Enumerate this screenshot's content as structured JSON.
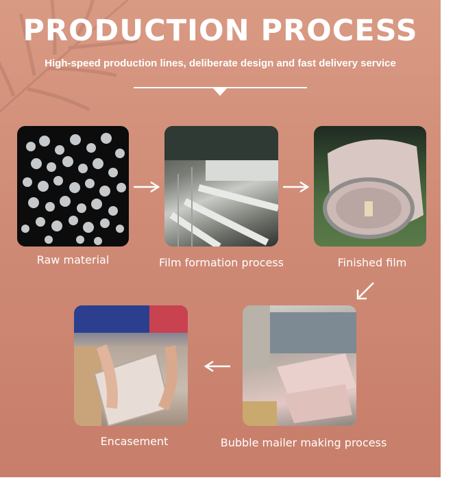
{
  "header": {
    "title": "PRODUCTION PROCESS",
    "subtitle": "High-speed production lines, deliberate design and fast delivery service"
  },
  "steps": [
    {
      "caption": "Raw material"
    },
    {
      "caption": "Film formation process"
    },
    {
      "caption": "Finished film"
    },
    {
      "caption": "Bubble mailer making process"
    },
    {
      "caption": "Encasement"
    }
  ],
  "colors": {
    "background": "#d99a84",
    "text": "#ffffff"
  }
}
